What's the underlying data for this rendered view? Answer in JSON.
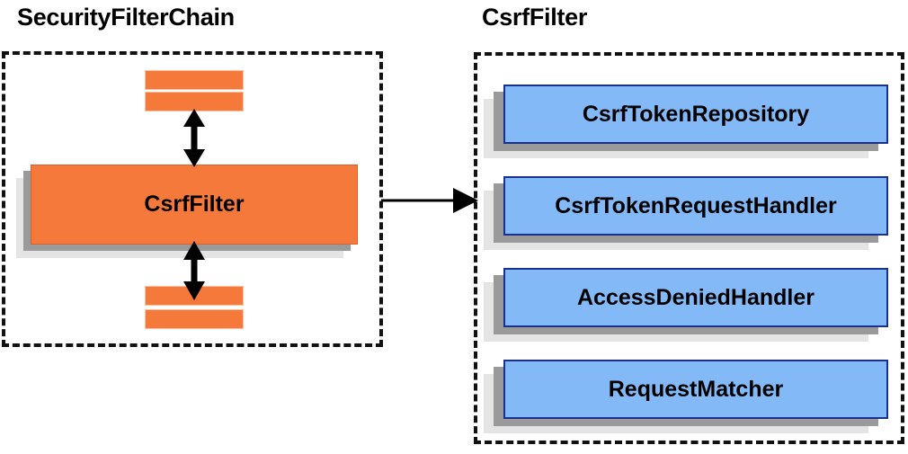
{
  "diagram": {
    "type": "architecture-block-diagram",
    "background_color": "#ffffff",
    "palette": {
      "orange_fill": "#f4793b",
      "orange_border": "#d9602a",
      "blue_fill": "#84b9f7",
      "blue_border": "#1b2f8c",
      "shadow_mid": "#9a9a9a",
      "shadow_back": "#e4e4e4",
      "outline": "#111111",
      "text": "#000000"
    }
  },
  "panels": {
    "left": {
      "title": "SecurityFilterChain",
      "border_style": "dashed",
      "main_block": {
        "label": "CsrfFilter",
        "color": "#f4793b"
      },
      "filter_bars": {
        "top_count": 2,
        "bottom_count": 2,
        "color": "#f4793b",
        "description": "unlabeled sibling filter bars in the chain"
      },
      "connectors": {
        "top": "double-headed-vertical-arrow",
        "bottom": "double-headed-vertical-arrow"
      }
    },
    "right": {
      "title": "CsrfFilter",
      "border_style": "dashed",
      "collaborators": [
        {
          "label": "CsrfTokenRepository"
        },
        {
          "label": "CsrfTokenRequestHandler"
        },
        {
          "label": "AccessDeniedHandler"
        },
        {
          "label": "RequestMatcher"
        }
      ]
    }
  },
  "connector_between_panels": {
    "type": "single-headed-horizontal-arrow",
    "from": "SecurityFilterChain panel",
    "to": "CsrfFilter panel",
    "direction": "left-to-right"
  }
}
